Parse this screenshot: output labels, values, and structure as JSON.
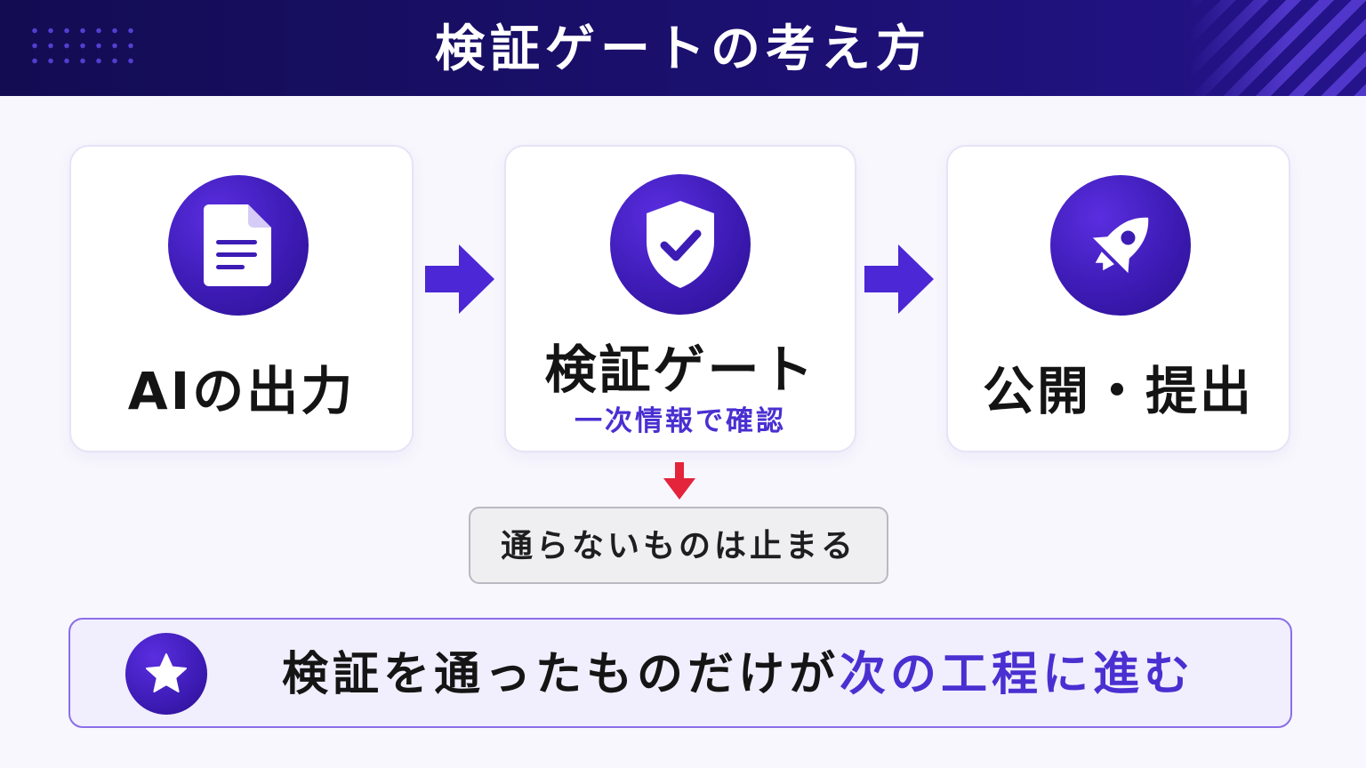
{
  "header": {
    "title": "検証ゲートの考え方"
  },
  "flow": {
    "steps": [
      {
        "label": "AIの出力",
        "icon": "document-icon"
      },
      {
        "label": "検証ゲート",
        "sublabel": "一次情報で確認",
        "icon": "shield-check-icon"
      },
      {
        "label": "公開・提出",
        "icon": "rocket-icon"
      }
    ],
    "stop_label": "通らないものは止まる"
  },
  "banner": {
    "text_plain": "検証を通ったものだけが",
    "text_accent": "次の工程に進む",
    "icon": "star-icon"
  },
  "colors": {
    "header_bg": "#1b1070",
    "accent": "#4a2fd1",
    "arrow": "#4b27d6",
    "stop_arrow": "#e3243b"
  }
}
